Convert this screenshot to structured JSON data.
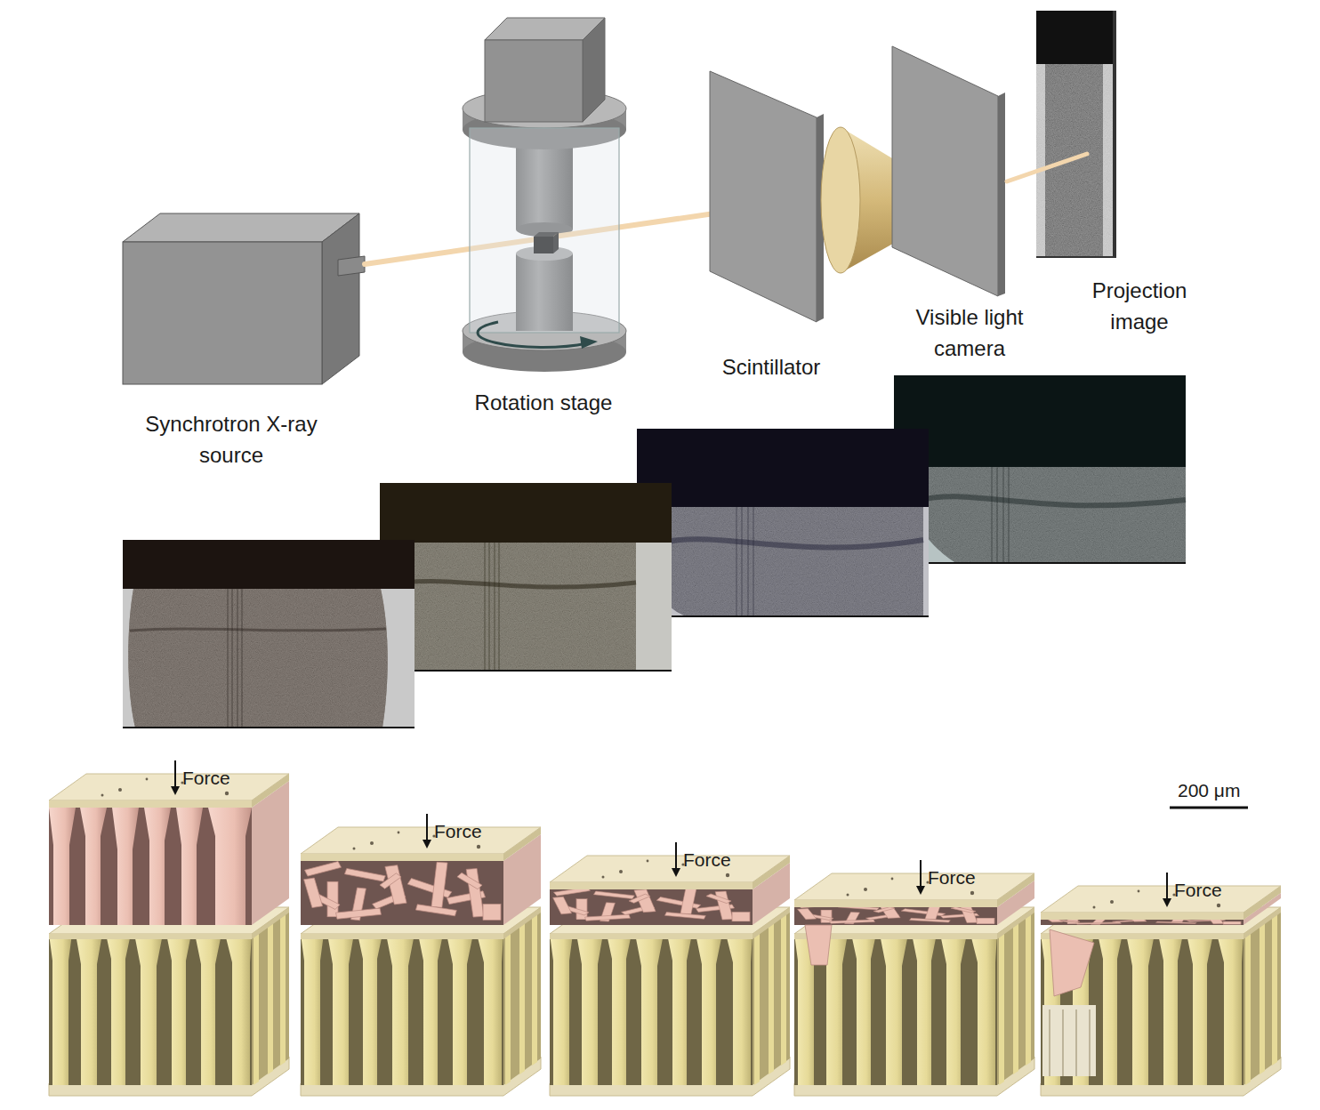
{
  "diagram": {
    "labels": [
      "Synchrotron X-ray source",
      "Rotation stage",
      "Scintillator",
      "Visible light camera",
      "Projection image",
      "Force",
      "Force",
      "Force",
      "Force",
      "Force",
      "200 μm"
    ]
  }
}
